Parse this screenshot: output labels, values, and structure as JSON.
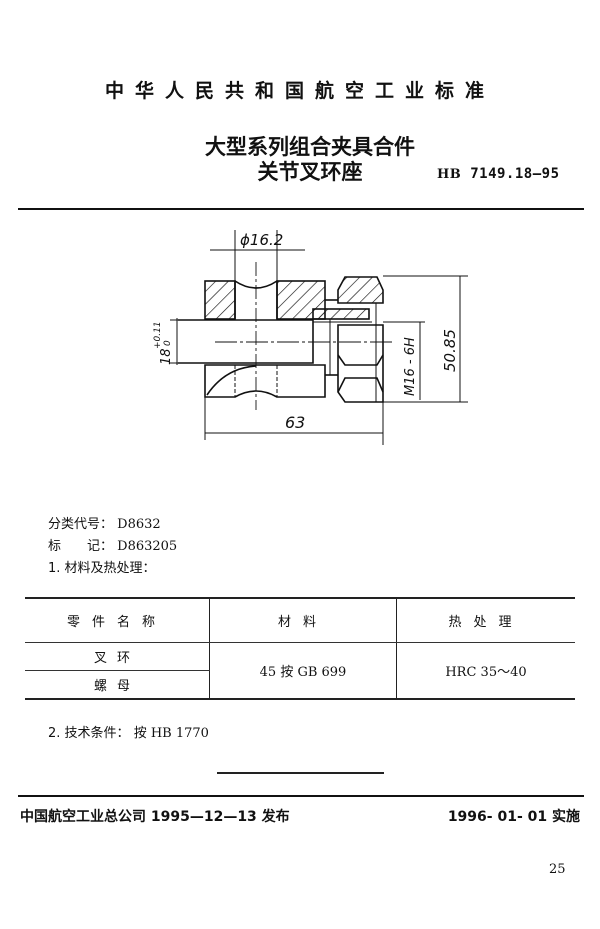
{
  "header": {
    "standard_body": "中华人民共和国航空工业标准",
    "title_line1": "大型系列组合夹具合件",
    "title_line2": "关节叉环座",
    "code_prefix": "HB",
    "code": "7149.18—95"
  },
  "drawing": {
    "dim_diameter": "ϕ16.2",
    "dim_width": "18",
    "dim_width_tol_upper": "+0.11",
    "dim_width_tol_lower": "0",
    "dim_thread": "M16 - 6H",
    "dim_height": "50.85",
    "dim_length": "63"
  },
  "meta": {
    "classification_label": "分类代号：",
    "classification_value": "D8632",
    "marking_label": "标　　记：",
    "marking_value": "D863205",
    "section1_title": "1. 材料及热处理："
  },
  "materials_table": {
    "columns": [
      "零件名称",
      "材料",
      "热处理"
    ],
    "rows": [
      {
        "part": "叉环",
        "material": "45 按 GB 699",
        "heat_treatment": "HRC 35～40"
      },
      {
        "part": "螺母",
        "material": "45 按 GB 699",
        "heat_treatment": "HRC 35～40"
      }
    ]
  },
  "tech": {
    "label": "2. 技术条件：",
    "value": "按 HB 1770"
  },
  "footer": {
    "issuer": "中国航空工业总公司 1995—12—13 发布",
    "effective": "1996- 01- 01 实施",
    "page_number": "25"
  }
}
